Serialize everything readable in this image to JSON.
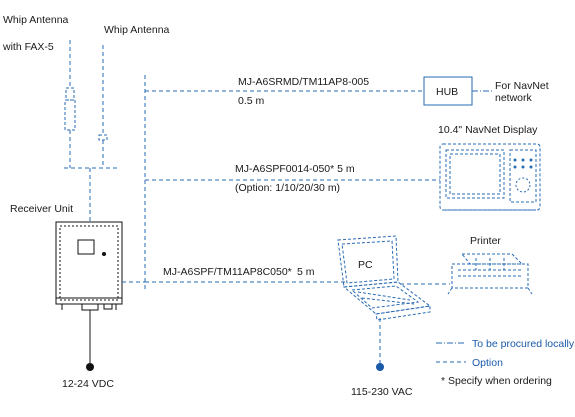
{
  "antennas": {
    "whip_fax": [
      "Whip Antenna",
      "with FAX-5"
    ],
    "whip": "Whip Antenna"
  },
  "receiver": {
    "label": "Receiver Unit",
    "power": "12-24 VDC"
  },
  "connections": {
    "hub_cable": "MJ-A6SRMD/TM11AP8-005",
    "hub_length": "0.5 m",
    "display_cable": "MJ-A6SPF0014-050*  5 m",
    "display_option": "(Option: 1/10/20/30 m)",
    "pc_cable": "MJ-A6SPF/TM11AP8C050*",
    "pc_length": "5 m"
  },
  "hub": {
    "label": "HUB",
    "destination": [
      "For NavNet",
      "network"
    ]
  },
  "display": {
    "label": "10.4\" NavNet Display"
  },
  "pc": {
    "label": "PC",
    "power": "115-230 VAC"
  },
  "printer": {
    "label": "Printer"
  },
  "legend": {
    "local": "To be procured locally",
    "option": "Option",
    "note": "* Specify when ordering"
  },
  "colors": {
    "line": "#2a6bb5",
    "text": "#1a1a1a",
    "legend_text": "#1a5aa8"
  }
}
